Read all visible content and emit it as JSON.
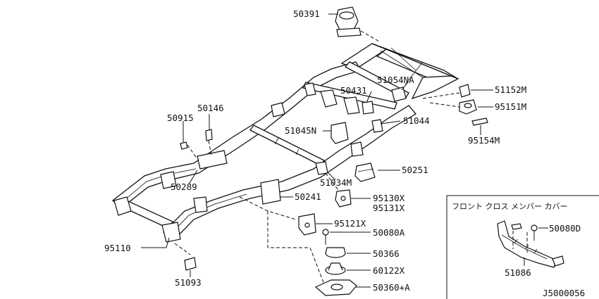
{
  "labels": {
    "p50391": "50391",
    "p51054na": "51054NA",
    "p50431": "50431",
    "p51152m": "51152M",
    "p95151m": "95151M",
    "p95154m": "95154M",
    "p50146": "50146",
    "p50915": "50915",
    "p51045n": "51045N",
    "p51044": "51044",
    "p50251": "50251",
    "p50289": "50289",
    "p51034m": "51034M",
    "p50241": "50241",
    "p95130x": "95130X",
    "p95131x": "95131X",
    "p95121x": "95121X",
    "p50080a": "50080A",
    "p95110": "95110",
    "p50366": "50366",
    "p60122x": "60122X",
    "p51093": "51093",
    "p50360a": "50360+A",
    "p50080d": "50080D",
    "p51086": "51086"
  },
  "inset": {
    "title": "フロント クロス メンバー カバー"
  },
  "diagram_code": "J5000056"
}
